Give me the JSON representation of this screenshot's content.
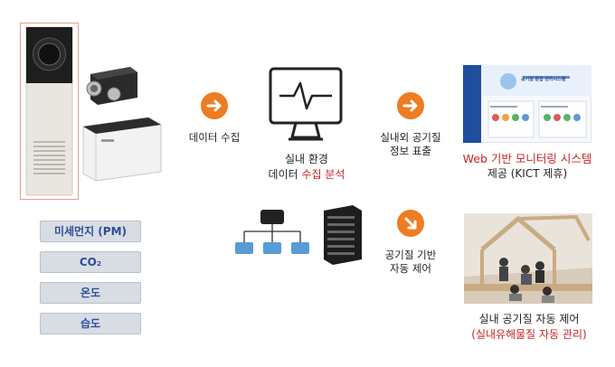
{
  "steps": {
    "data_collection": "데이터 수집",
    "indoor_env_line1": "실내 환경",
    "indoor_env_line2_prefix": "데이터 ",
    "indoor_env_line2_highlight": "수집 분석",
    "display_line1": "실내외 공기질",
    "display_line2": "정보 표출",
    "control_line1": "공기질 기반",
    "control_line2": "자동 제어"
  },
  "outputs": {
    "web_title": "Web 기반 모니터링 시스템",
    "web_sub": "제공 (KICT 제휴)",
    "auto_title": "실내 공기질 자동 제어",
    "auto_sub": "(실내유해물질 자동 관리)",
    "screen_heading": "공기질 통합 관리시스템"
  },
  "parameters": [
    "미세먼지 (PM)",
    "CO₂",
    "온도",
    "습도"
  ],
  "colors": {
    "accent_orange": "#ee7c22",
    "highlight_red": "#c8262a",
    "param_text_blue": "#2d4e9c",
    "network_node_blue": "#5b9bd5"
  },
  "icons": [
    "right-arrow-icon",
    "down-right-arrow-icon",
    "monitor-pulse-icon",
    "network-tree-icon",
    "server-rack-icon"
  ]
}
